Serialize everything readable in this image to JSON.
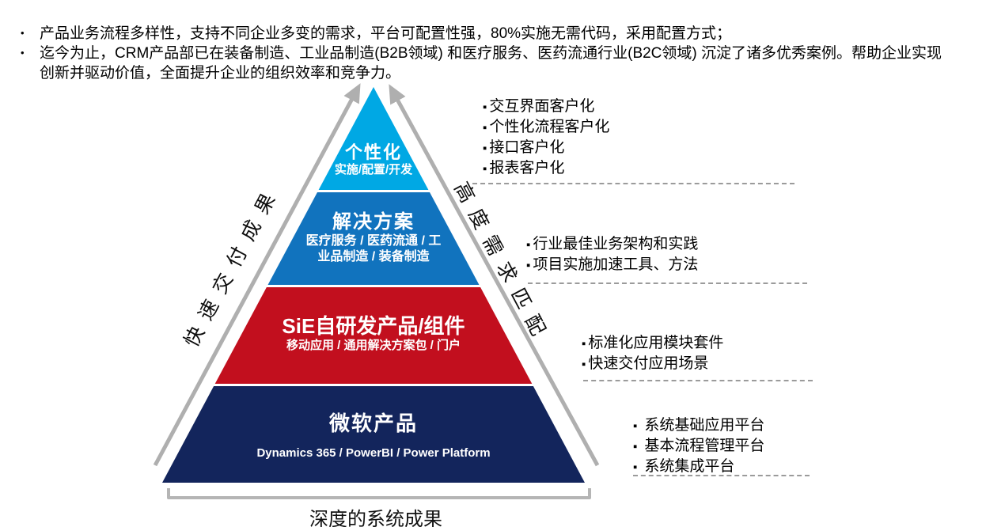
{
  "intro": {
    "bullets": [
      "产品业务流程多样性，支持不同企业多变的需求，平台可配置性强，80%实施无需代码，采用配置方式；",
      "迄今为止，CRM产品部已在装备制造、工业品制造(B2B领域) 和医疗服务、医药流通行业(B2C领域) 沉淀了诸多优秀案例。帮助企业实现创新并驱动价值，全面提升企业的组织效率和竞争力。"
    ]
  },
  "pyramid": {
    "layers": [
      {
        "title": "个性化",
        "subtitle": "实施/配置/开发",
        "color": "#00A8E4"
      },
      {
        "title": "解决方案",
        "subtitle": "医疗服务 / 医药流通 / 工\n业品制造 / 装备制造",
        "color": "#1173BE"
      },
      {
        "title": "SiE自研发产品/组件",
        "subtitle": "移动应用 / 通用解决方案包 / 门户",
        "color": "#C20F1E"
      },
      {
        "title": "微软产品",
        "subtitle": "Dynamics 365 / PowerBI / Power Platform",
        "color": "#13255C"
      }
    ]
  },
  "axis_labels": {
    "left": "快速交付成果",
    "right": "高度需求匹配",
    "bottom": "深度的系统成果"
  },
  "annotations": [
    {
      "items": [
        "交互界面客户化",
        "个性化流程客户化",
        "接口客户化",
        "报表客户化"
      ]
    },
    {
      "items": [
        "行业最佳业务架构和实践",
        "项目实施加速工具、方法"
      ]
    },
    {
      "items": [
        "标准化应用模块套件",
        "快速交付应用场景"
      ]
    },
    {
      "items": [
        "系统基础应用平台",
        "基本流程管理平台",
        "系统集成平台"
      ]
    }
  ],
  "icons": {
    "square_bullet": "▪",
    "dot_bullet": "•"
  },
  "colors": {
    "arrow": "#AFAFAF",
    "bracket": "#B5B5B5"
  }
}
